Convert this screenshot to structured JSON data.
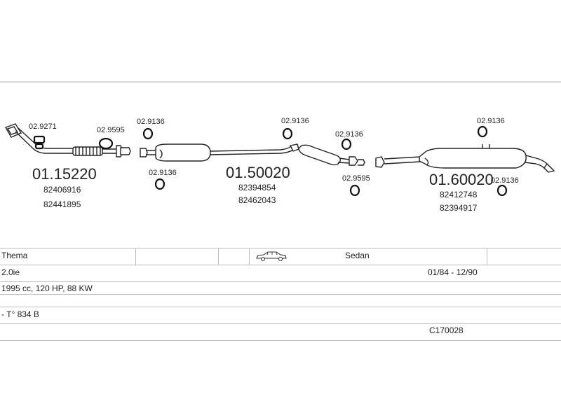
{
  "diagram": {
    "parts": [
      {
        "id": "front",
        "number": "01.15220",
        "oem": [
          "82406916",
          "82441895"
        ]
      },
      {
        "id": "middle",
        "number": "01.50020",
        "oem": [
          "82394854",
          "82462043"
        ]
      },
      {
        "id": "rear",
        "number": "01.60020",
        "oem": [
          "82412748",
          "82394917"
        ]
      }
    ],
    "accessories": {
      "a1": "02.9271",
      "a2": "02.9595",
      "a3": "02.9136",
      "a4": "02.9136",
      "a5": "02.9136",
      "a6": "02.9136",
      "a7": "02.9595",
      "a8": "02.9136",
      "a9": "02.9136"
    }
  },
  "vehicle": {
    "model": "Thema",
    "body_icon": "sedan-car-icon",
    "body_type": "Sedan",
    "engine": "2.0ie",
    "production": "01/84 - 12/90",
    "specs": "1995 cc, 120 HP, 88 KW",
    "type_code": "- T° 834 B",
    "code": "C170028"
  }
}
